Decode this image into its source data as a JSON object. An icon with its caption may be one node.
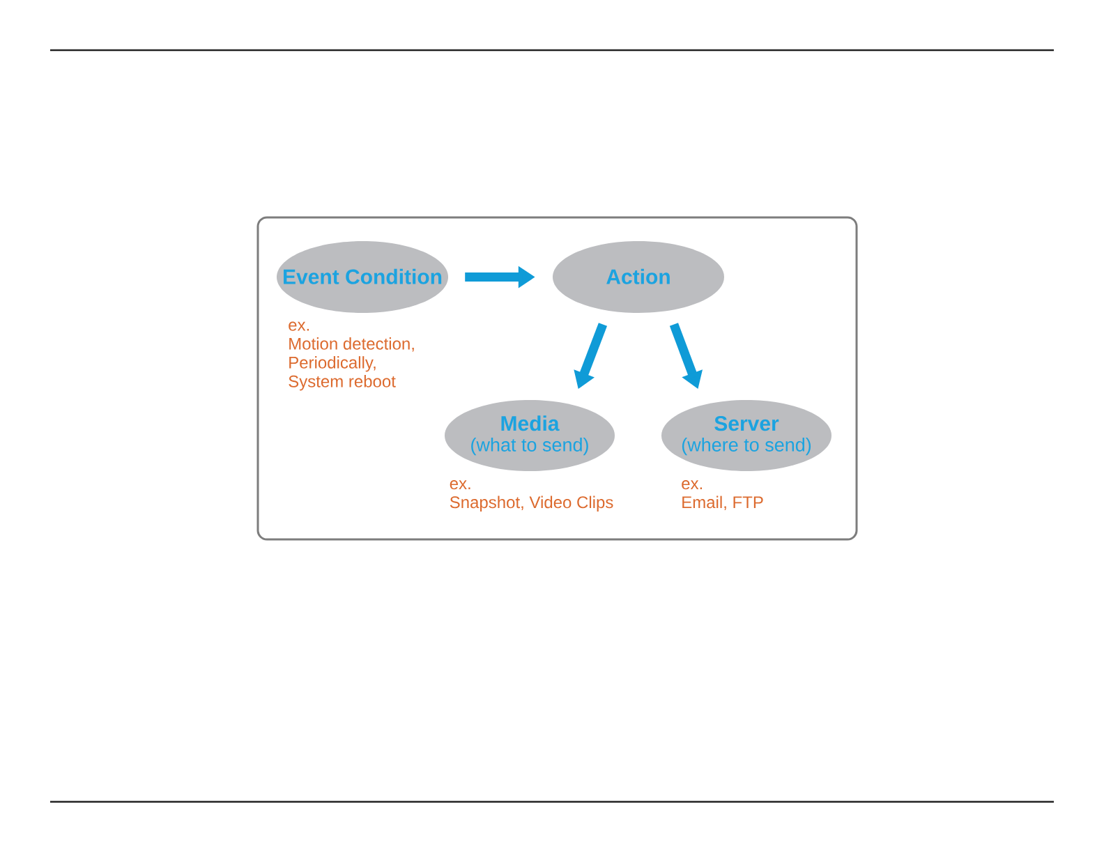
{
  "diagram": {
    "nodes": [
      {
        "text": [],
        "shape": "box"
      },
      {
        "text": [
          "Event Condition"
        ],
        "beside": [
          "ex.",
          "Motion detection, Periodically, System reboot"
        ],
        "in": 0
      },
      {
        "text": [
          "Action"
        ],
        "in": 0
      },
      {
        "text": [
          "Media",
          "(what to send)"
        ],
        "beside": [
          "ex.",
          "Snapshot, Video Clips"
        ],
        "in": 0
      },
      {
        "text": [
          "Server",
          "(where to send)"
        ],
        "beside": [
          "ex.",
          "Email, FTP"
        ],
        "in": 0
      }
    ],
    "edges": [
      {
        "from": 1,
        "to": 2,
        "arrow": "to"
      },
      {
        "from": 2,
        "to": 3,
        "arrow": "to"
      },
      {
        "from": 2,
        "to": 4,
        "arrow": "to"
      }
    ]
  }
}
